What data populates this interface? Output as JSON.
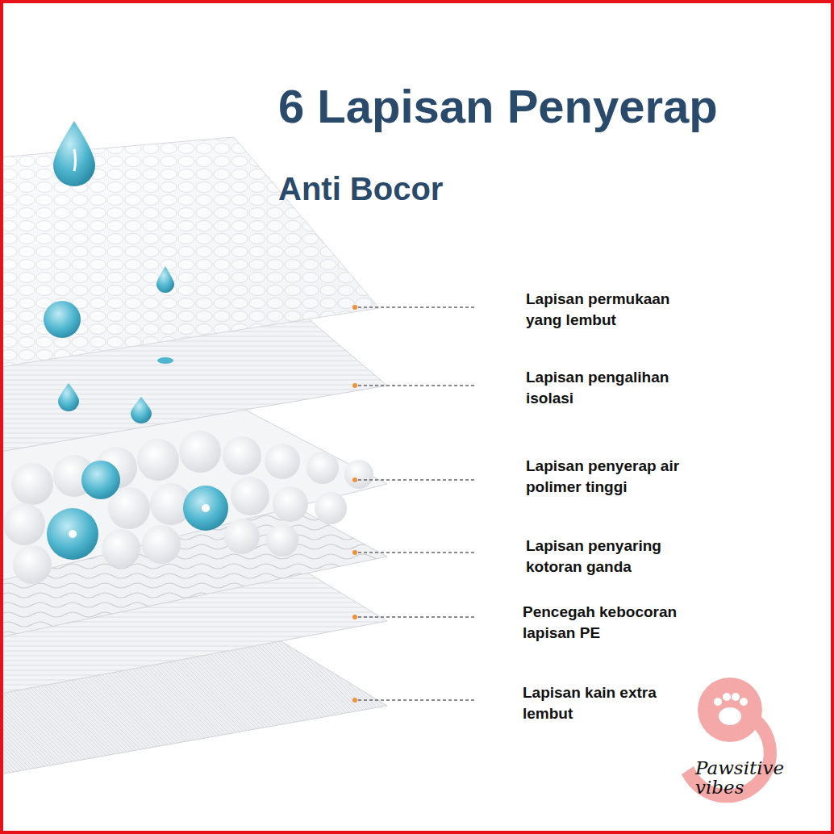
{
  "diagram": {
    "title": "6 Lapisan Penyerap",
    "labels": [
      "Anti Bocor",
      "Lapisan permukaan yang lembut",
      "Lapisan pengalihan isolasi",
      "Lapisan penyerap air polimer tinggi",
      "Lapisan penyaring kotoran ganda",
      "Pencegah kebocoran lapisan PE",
      "Lapisan kain extra lembut",
      "Pawsitive vibes"
    ]
  }
}
